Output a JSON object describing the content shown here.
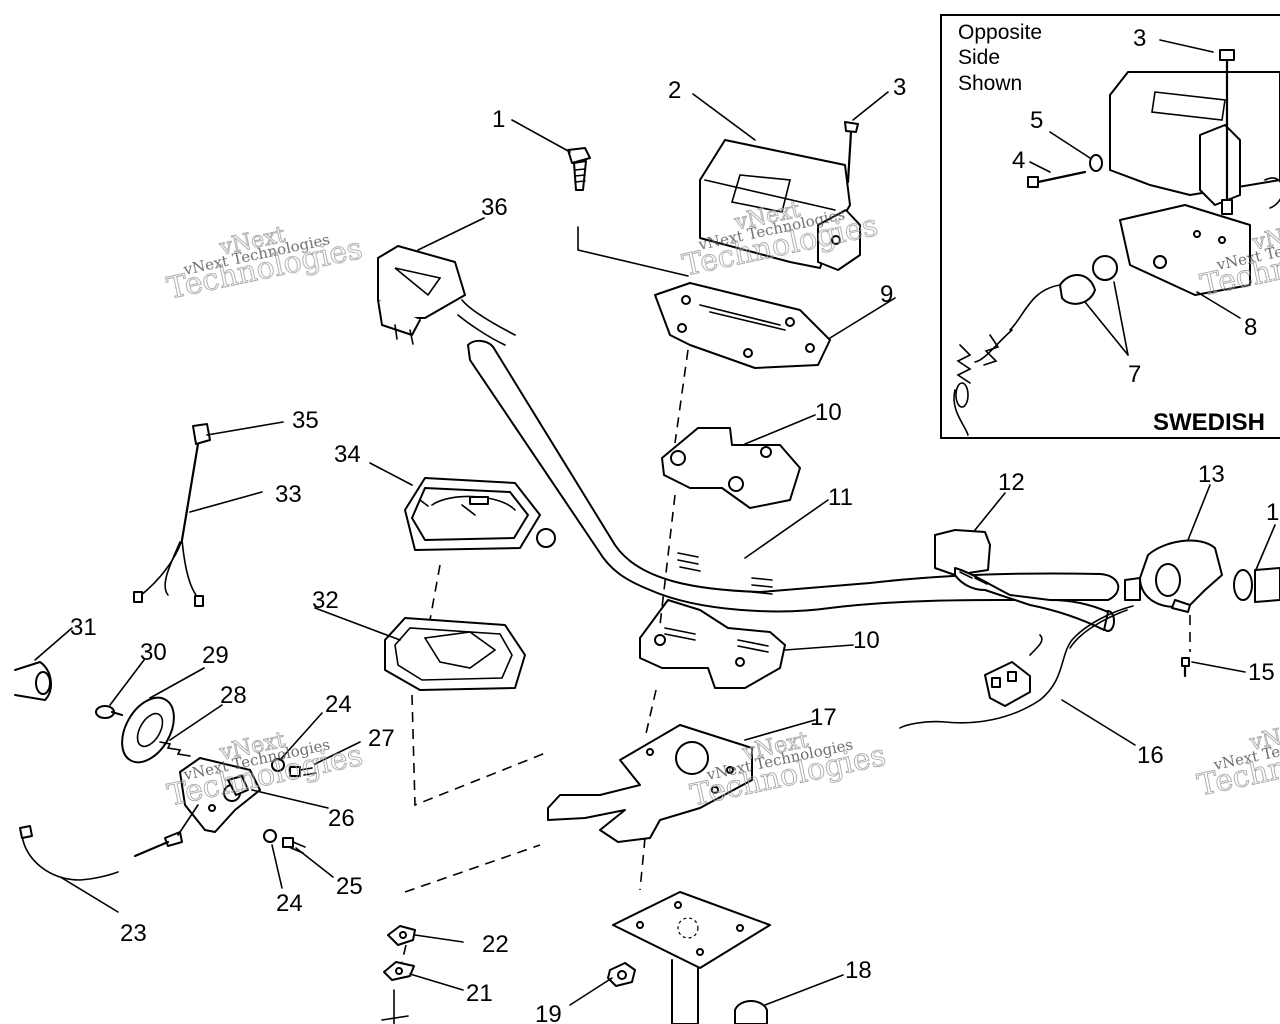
{
  "diagram": {
    "inset": {
      "caption_lines": [
        "Opposite",
        "Side",
        "Shown"
      ],
      "title": "SWEDISH",
      "callouts": [
        "3",
        "5",
        "4",
        "8",
        "7"
      ]
    },
    "callouts": {
      "c1": "1",
      "c2": "2",
      "c3": "3",
      "c9": "9",
      "c10a": "10",
      "c10b": "10",
      "c11": "11",
      "c12": "12",
      "c13": "13",
      "c14": "1",
      "c15": "15",
      "c16": "16",
      "c17": "17",
      "c18": "18",
      "c19": "19",
      "c21": "21",
      "c22": "22",
      "c23": "23",
      "c24a": "24",
      "c24b": "24",
      "c25": "25",
      "c26": "26",
      "c27": "27",
      "c28": "28",
      "c29": "29",
      "c30": "30",
      "c31": "31",
      "c32": "32",
      "c33": "33",
      "c34": "34",
      "c35": "35",
      "c36": "36"
    },
    "watermark": {
      "brand": "vNext",
      "company": "vNext Technologies",
      "word": "Technologies"
    }
  }
}
